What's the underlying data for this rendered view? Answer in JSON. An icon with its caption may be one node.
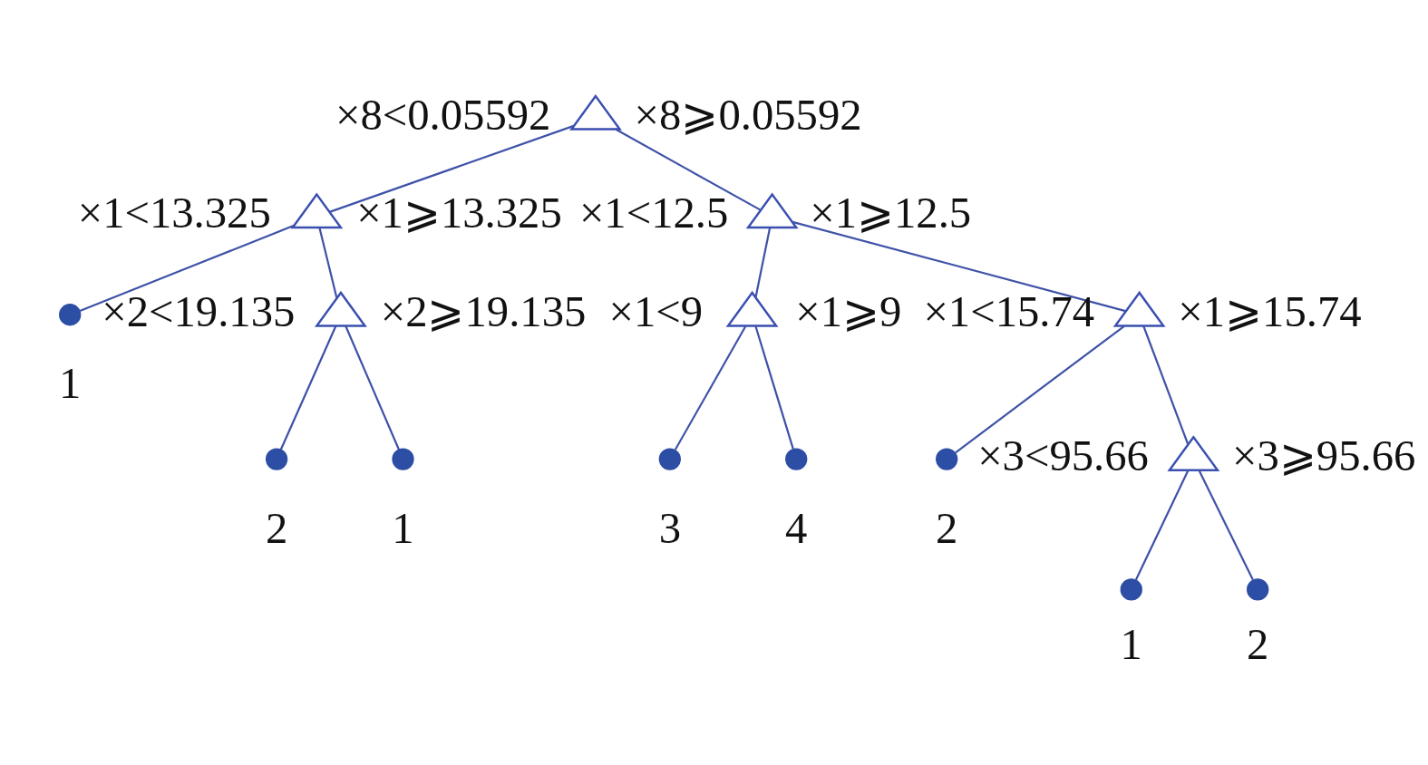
{
  "diagram": {
    "nodes": [
      {
        "text": [],
        "shape": "triangle",
        "beside": [
          "×8<0.05592",
          "×8⩾0.05592"
        ]
      },
      {
        "text": [],
        "shape": "triangle",
        "beside": [
          "×1<13.325",
          "×1⩾13.325"
        ]
      },
      {
        "text": [],
        "shape": "triangle",
        "beside": [
          "×1<12.5",
          "×1⩾12.5"
        ]
      },
      {
        "text": [],
        "shape": "circle",
        "beside": [
          "1"
        ]
      },
      {
        "text": [],
        "shape": "triangle",
        "beside": [
          "×2<19.135",
          "×2⩾19.135"
        ]
      },
      {
        "text": [],
        "shape": "triangle",
        "beside": [
          "×1<9",
          "×1⩾9"
        ]
      },
      {
        "text": [],
        "shape": "triangle",
        "beside": [
          "×1<15.74",
          "×1⩾15.74"
        ]
      },
      {
        "text": [],
        "shape": "circle",
        "beside": [
          "1"
        ]
      },
      {
        "text": [],
        "shape": "circle",
        "beside": [
          "2"
        ]
      },
      {
        "text": [],
        "shape": "circle",
        "beside": [
          "4"
        ]
      },
      {
        "text": [],
        "shape": "circle",
        "beside": [
          "3"
        ]
      },
      {
        "text": [],
        "shape": "triangle",
        "beside": [
          "×3<95.66",
          "×3⩾95.66"
        ]
      },
      {
        "text": [],
        "shape": "circle",
        "beside": [
          "2"
        ]
      },
      {
        "text": [],
        "shape": "circle",
        "beside": [
          "2"
        ]
      },
      {
        "text": [],
        "shape": "circle",
        "beside": [
          "1"
        ]
      }
    ],
    "edges": [
      {
        "from": 0,
        "to": 1,
        "arrow": "none"
      },
      {
        "from": 0,
        "to": 2,
        "arrow": "none"
      },
      {
        "from": 1,
        "to": 3,
        "arrow": "none"
      },
      {
        "from": 1,
        "to": 4,
        "arrow": "none"
      },
      {
        "from": 2,
        "to": 5,
        "arrow": "none"
      },
      {
        "from": 2,
        "to": 6,
        "arrow": "none"
      },
      {
        "from": 4,
        "to": 7,
        "arrow": "none"
      },
      {
        "from": 4,
        "to": 8,
        "arrow": "none"
      },
      {
        "from": 5,
        "to": 9,
        "arrow": "none"
      },
      {
        "from": 5,
        "to": 10,
        "arrow": "none"
      },
      {
        "from": 6,
        "to": 11,
        "arrow": "none"
      },
      {
        "from": 6,
        "to": 12,
        "arrow": "none"
      },
      {
        "from": 11,
        "to": 13,
        "arrow": "none"
      },
      {
        "from": 11,
        "to": 14,
        "arrow": "none"
      }
    ]
  }
}
